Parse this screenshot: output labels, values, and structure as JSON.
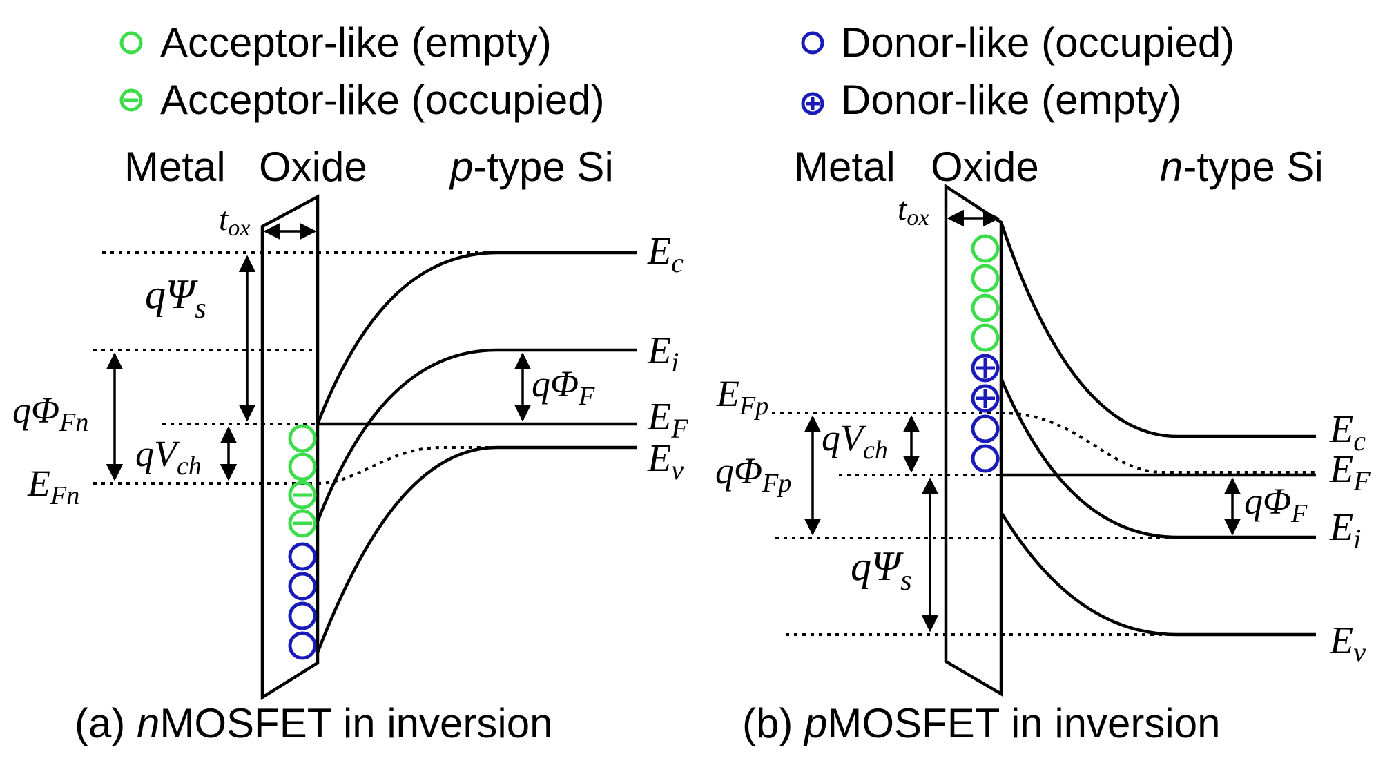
{
  "colors": {
    "acceptor": "#3ddc4a",
    "donor": "#1a1ab8",
    "line": "#000000"
  },
  "legend": {
    "acceptor_empty": "Acceptor-like (empty)",
    "acceptor_occupied": "Acceptor-like (occupied)",
    "donor_occupied": "Donor-like (occupied)",
    "donor_empty": "Donor-like (empty)"
  },
  "panel_a": {
    "region_metal": "Metal",
    "region_oxide": "Oxide",
    "region_si_prefix": "p",
    "region_si_rest": "-type Si",
    "tox_main": "t",
    "tox_sub": "ox",
    "psi_main": "qΨ",
    "psi_sub": "s",
    "phi_fn_main": "qΦ",
    "phi_fn_sub": "Fn",
    "vch_main": "qV",
    "vch_sub": "ch",
    "efn_main": "E",
    "efn_sub": "Fn",
    "phi_f_main": "qΦ",
    "phi_f_sub": "F",
    "ec_main": "E",
    "ec_sub": "c",
    "ei_main": "E",
    "ei_sub": "i",
    "ef_main": "E",
    "ef_sub": "F",
    "ev_main": "E",
    "ev_sub": "v",
    "caption_pre": "(a) ",
    "caption_italic": "n",
    "caption_post": "MOSFET in inversion"
  },
  "panel_b": {
    "region_metal": "Metal",
    "region_oxide": "Oxide",
    "region_si_prefix": "n",
    "region_si_rest": "-type Si",
    "tox_main": "t",
    "tox_sub": "ox",
    "efp_main": "E",
    "efp_sub": "Fp",
    "vch_main": "qV",
    "vch_sub": "ch",
    "phi_fp_main": "qΦ",
    "phi_fp_sub": "Fp",
    "psi_main": "qΨ",
    "psi_sub": "s",
    "phi_f_main": "qΦ",
    "phi_f_sub": "F",
    "ec_main": "E",
    "ec_sub": "c",
    "ef_main": "E",
    "ef_sub": "F",
    "ei_main": "E",
    "ei_sub": "i",
    "ev_main": "E",
    "ev_sub": "v",
    "caption_pre": "(b) ",
    "caption_italic": "p",
    "caption_post": "MOSFET in inversion"
  }
}
